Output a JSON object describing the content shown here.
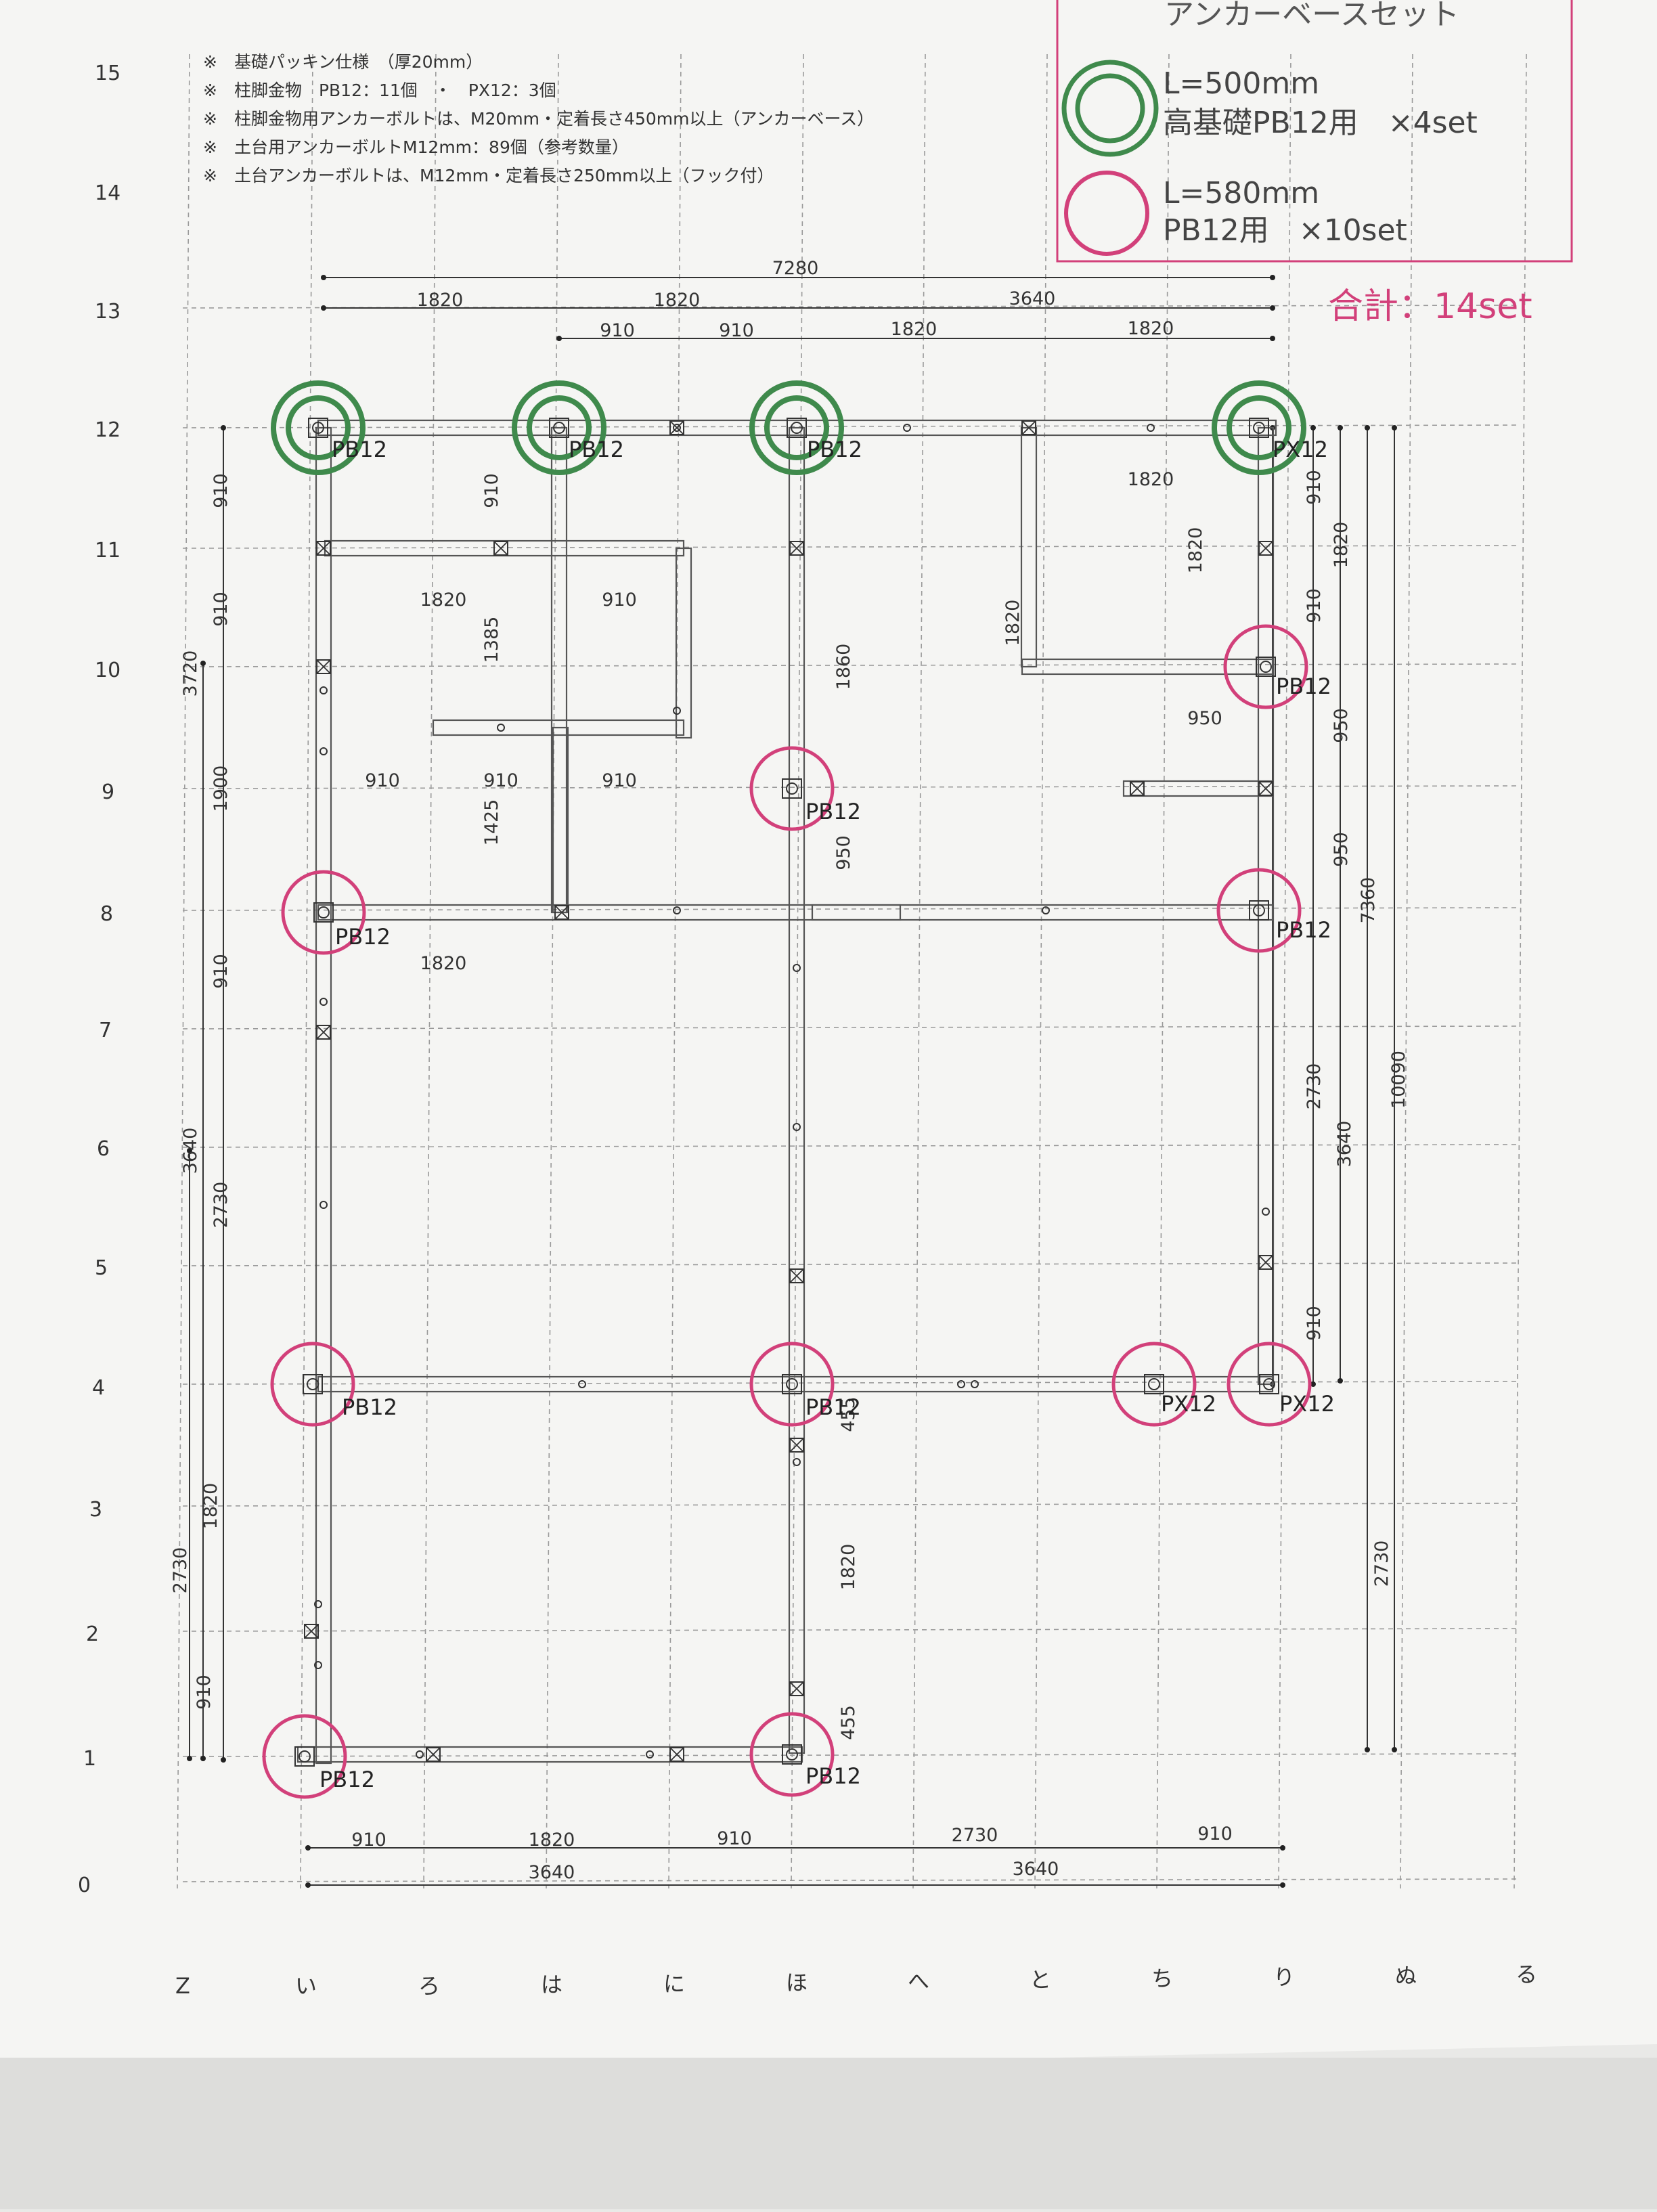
{
  "notes": [
    "※　基礎パッキン仕様　（厚20mm）",
    "※　柱脚金物　PB12：11個　・　PX12：3個",
    "※　柱脚金物用アンカーボルトは、M20mm・定着長さ450mm以上（アンカーベース）",
    "※　土台用アンカーボルトM12mm：89個（参考数量）",
    "※　土台アンカーボルトは、M12mm・定着長さ250mm以上（フック付）"
  ],
  "legend": {
    "title": "アンカーベースセット",
    "green_line1": "L=500mm",
    "green_line2": "高基礎PB12用　×4set",
    "pink_line1": "L=580mm",
    "pink_line2": "PB12用　×10set",
    "total": "合計：14set",
    "colors": {
      "green": "#3f8a4c",
      "pink": "#d2407a"
    }
  },
  "row_labels": [
    "0",
    "1",
    "2",
    "3",
    "4",
    "5",
    "6",
    "7",
    "8",
    "9",
    "10",
    "11",
    "12",
    "13",
    "14",
    "15"
  ],
  "col_labels": [
    "Z",
    "い",
    "ろ",
    "は",
    "に",
    "ほ",
    "へ",
    "と",
    "ち",
    "り",
    "ぬ",
    "る"
  ],
  "dims": {
    "top_total": "7280",
    "top_row1": [
      "1820",
      "1820",
      "3640"
    ],
    "top_row2": [
      "910",
      "910",
      "1820",
      "1820"
    ],
    "bottom_row1": [
      "910",
      "1820",
      "910",
      "2730",
      "910"
    ],
    "bottom_row2": [
      "3640",
      "3640"
    ],
    "left_a": [
      "910",
      "910",
      "1900",
      "910",
      "2730",
      "1820",
      "910"
    ],
    "left_b": [
      "3720",
      "3640",
      "2730"
    ],
    "right_a": [
      "910",
      "1820",
      "910",
      "950",
      "950",
      "2730",
      "910"
    ],
    "right_b": [
      "1820",
      "7360",
      "3640"
    ],
    "right_c": [
      "10090",
      "2730"
    ],
    "inner": [
      "1820",
      "910",
      "1820",
      "910",
      "910",
      "910",
      "1385",
      "1425",
      "910",
      "1860",
      "950",
      "1820",
      "950",
      "1820",
      "455",
      "455",
      "1820"
    ]
  },
  "anchors": [
    {
      "type": "green",
      "label": "PB12"
    },
    {
      "type": "green",
      "label": "PB12"
    },
    {
      "type": "green",
      "label": "PB12"
    },
    {
      "type": "green",
      "label": "PX12"
    },
    {
      "type": "pink",
      "label": "PB12"
    },
    {
      "type": "pink",
      "label": "PB12"
    },
    {
      "type": "pink",
      "label": "PB12"
    },
    {
      "type": "pink",
      "label": "PB12"
    },
    {
      "type": "pink",
      "label": "PB12"
    },
    {
      "type": "pink",
      "label": "PB12"
    },
    {
      "type": "pink",
      "label": "PX12"
    },
    {
      "type": "pink",
      "label": "PX12"
    },
    {
      "type": "pink",
      "label": "PB12"
    },
    {
      "type": "pink",
      "label": "PB12"
    }
  ]
}
